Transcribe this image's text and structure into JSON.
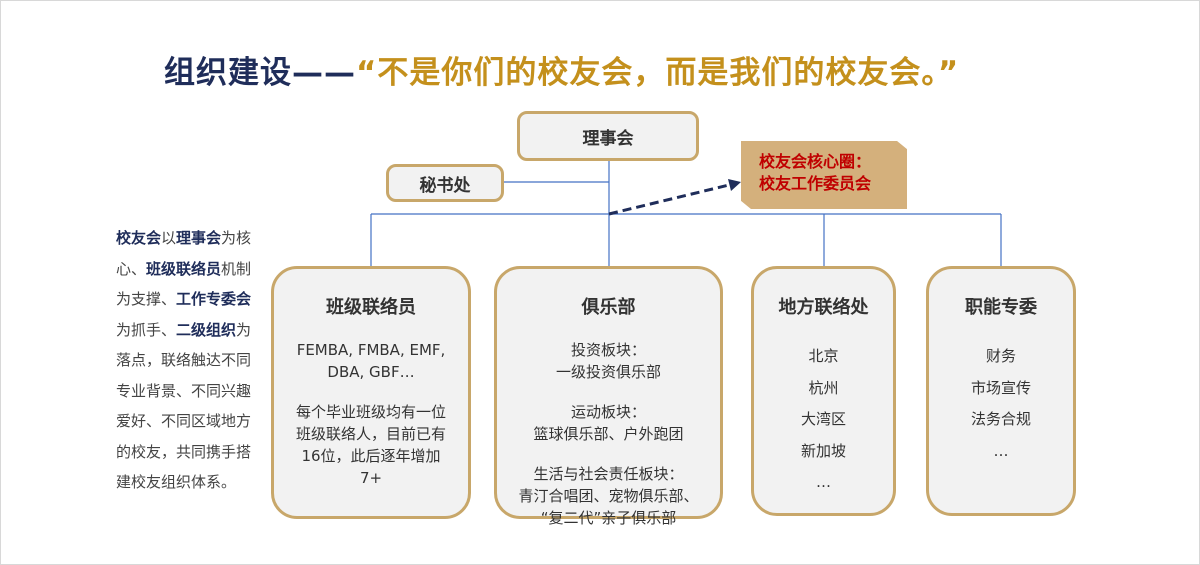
{
  "title": {
    "part1": "组织建设——",
    "part2": "“不是你们的校友会，而是我们的校友会。”"
  },
  "colors": {
    "navy": "#1f2d5a",
    "gold": "#c4901c",
    "border": "#c8a76a",
    "core_bg": "#d4b07c",
    "core_text": "#c00000",
    "line": "#4472c4"
  },
  "top_node": "理事会",
  "secretariat": "秘书处",
  "core": {
    "line1": "校友会核心圈：",
    "line2": "校友工作委员会"
  },
  "left_text": [
    {
      "t": "校友会",
      "b": true
    },
    {
      "t": "以",
      "b": false
    },
    {
      "t": "理事会",
      "b": true
    },
    {
      "t": "为核心、",
      "b": false
    },
    {
      "t": "班级联络员",
      "b": true
    },
    {
      "t": "机制为支撑、",
      "b": false
    },
    {
      "t": "工作专委会",
      "b": true
    },
    {
      "t": "为抓手、",
      "b": false
    },
    {
      "t": "二级组织",
      "b": true
    },
    {
      "t": "为落点，联络触达不同专业背景、不同兴趣爱好、不同区域地方的校友，共同携手搭建校友组织体系。",
      "b": false
    }
  ],
  "branches": [
    {
      "title": "班级联络员",
      "groups": [
        [
          "FEMBA, FMBA, EMF,",
          "DBA, GBF…"
        ],
        [
          "每个毕业班级均有一位",
          "班级联络人，目前已有",
          "16位，此后逐年增加",
          "7+"
        ]
      ]
    },
    {
      "title": "俱乐部",
      "groups": [
        [
          "投资板块：",
          "一级投资俱乐部"
        ],
        [
          "运动板块：",
          "篮球俱乐部、户外跑团"
        ],
        [
          "生活与社会责任板块：",
          "青汀合唱团、宠物俱乐部、",
          "“复二代”亲子俱乐部"
        ]
      ]
    },
    {
      "title": "地方联络处",
      "groups": [
        [
          "北京",
          "杭州",
          "大湾区",
          "新加坡",
          "…"
        ]
      ]
    },
    {
      "title": "职能专委",
      "groups": [
        [
          "财务",
          "市场宣传",
          "法务合规",
          "…"
        ]
      ]
    }
  ]
}
